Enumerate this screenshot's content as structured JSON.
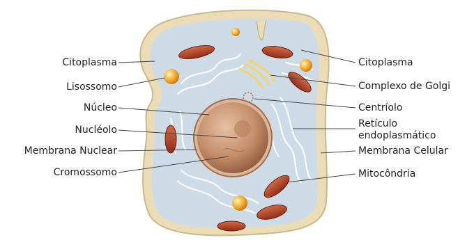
{
  "labels_left": [
    {
      "id": "citoplasma-left",
      "text": "Citoplasma"
    },
    {
      "id": "lisossomo",
      "text": "Lisossomo"
    },
    {
      "id": "nucleo",
      "text": "Núcleo"
    },
    {
      "id": "nucleolo",
      "text": "Nucléolo"
    },
    {
      "id": "membrana-nuclear",
      "text": "Membrana Nuclear"
    },
    {
      "id": "cromossomo",
      "text": "Cromossomo"
    }
  ],
  "labels_right": [
    {
      "id": "citoplasma-right",
      "text": "Citoplasma"
    },
    {
      "id": "complexo-golgi",
      "text": "Complexo de Golgi"
    },
    {
      "id": "centriolo",
      "text": "Centríolo"
    },
    {
      "id": "reticulo-1",
      "text": "Retículo"
    },
    {
      "id": "reticulo-2",
      "text": "endoplasmático"
    },
    {
      "id": "membrana-celular",
      "text": "Membrana Celular"
    },
    {
      "id": "mitocondria",
      "text": "Mitocôndria"
    }
  ],
  "colors": {
    "cell_outer": "#e9dcb6",
    "cytoplasm": "#cddbe6",
    "nucleus": "#c9936f",
    "mitochondria": "#b8492c",
    "lysosome": "#f0b23a",
    "er": "#ffffff"
  }
}
